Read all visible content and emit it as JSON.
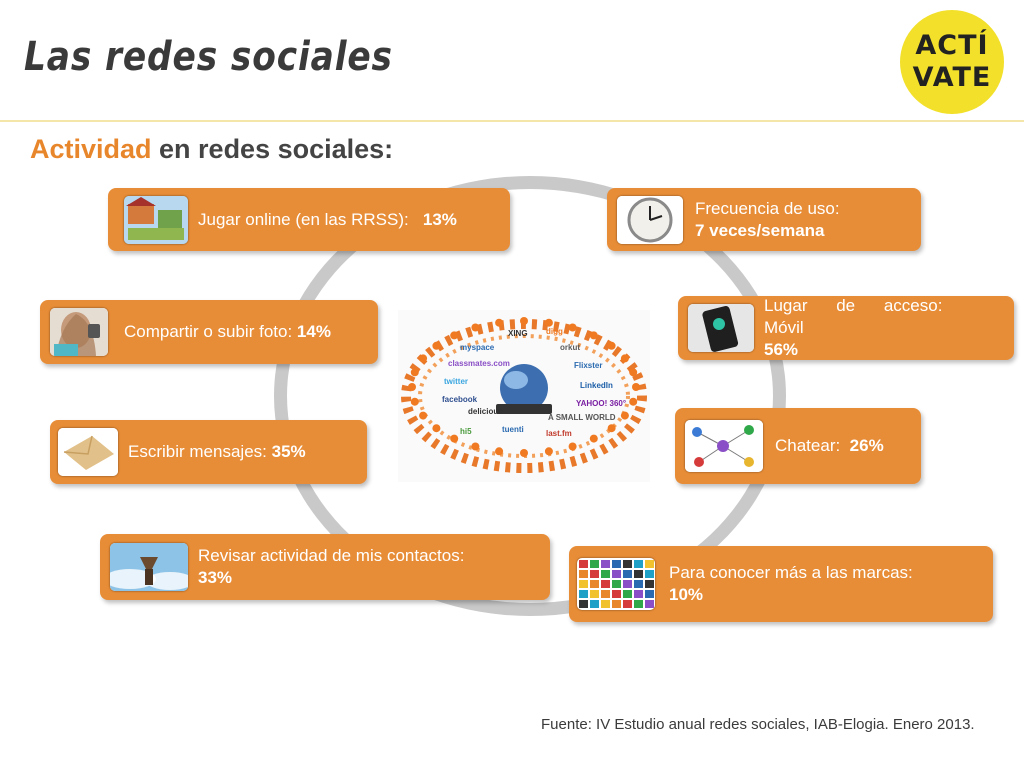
{
  "header": {
    "title": "Las redes sociales",
    "logo_line1": "ACTÍ",
    "logo_line2": "VATE"
  },
  "subtitle": {
    "accent": "Actividad",
    "rest": " en redes sociales:"
  },
  "center_image": {
    "labels": [
      "XING",
      "digg",
      "myspace",
      "orkut",
      "classmates.com",
      "Flixster",
      "twitter",
      "LinkedIn",
      "facebook",
      "YAHOO! 360°",
      "delicious",
      "A SMALL WORLD",
      "hi5",
      "tuenti",
      "last.fm"
    ]
  },
  "activities": [
    {
      "label": "Jugar online (en las RRSS):",
      "value": "13%",
      "icon": "game-screenshot"
    },
    {
      "label": "Compartir o subir foto:",
      "value": "14%",
      "icon": "photo-girl"
    },
    {
      "label": "Escribir mensajes:",
      "value": "35%",
      "icon": "envelope"
    },
    {
      "label": "Revisar actividad de mis contactos:",
      "value": "33%",
      "icon": "megaphone"
    },
    {
      "label": "Frecuencia de uso:",
      "value": "7 veces/semana",
      "icon": "clock"
    },
    {
      "label": "Lugar de acceso: Móvil",
      "value": "56%",
      "icon": "smartphone"
    },
    {
      "label": "Chatear:",
      "value": "26%",
      "icon": "chat-network"
    },
    {
      "label": "Para conocer más a las marcas:",
      "value": "10%",
      "icon": "brand-logos"
    }
  ],
  "source": "Fuente:  IV Estudio anual redes sociales, IAB-Elogia. Enero 2013.",
  "colors": {
    "card": "#e88d37",
    "accent": "#e8862b",
    "logo": "#f2e02b",
    "ring": "#c9c9c9"
  }
}
